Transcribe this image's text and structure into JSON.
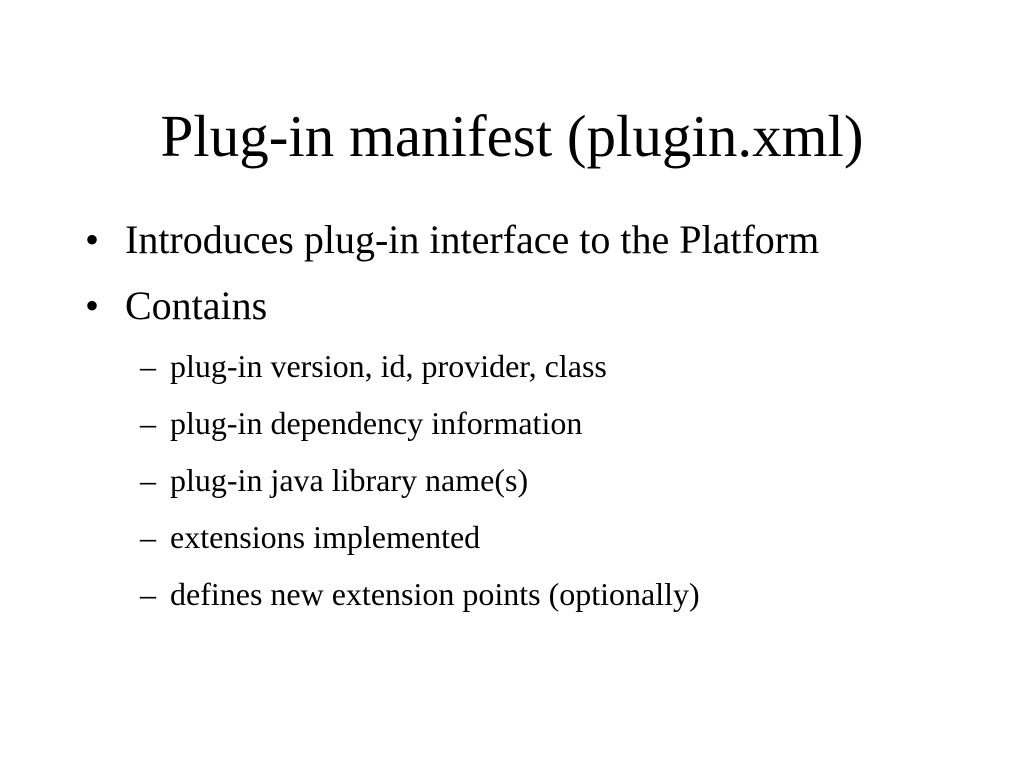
{
  "slide": {
    "title": "Plug-in manifest (plugin.xml)",
    "bullet_marker": "•",
    "sub_marker": "–",
    "bullets": [
      {
        "text": "Introduces plug-in interface to the Platform",
        "sub_items": []
      },
      {
        "text": "Contains",
        "sub_items": [
          "plug-in version, id, provider, class",
          "plug-in dependency information",
          "plug-in java library name(s)",
          "extensions implemented",
          "defines new extension points (optionally)"
        ]
      }
    ]
  }
}
